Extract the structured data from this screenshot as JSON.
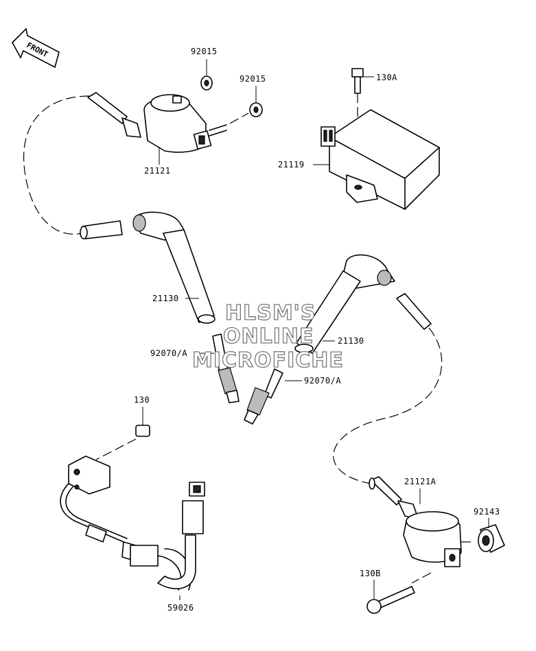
{
  "front_label": "FRONT",
  "watermark": {
    "line1": "HLSM'S",
    "line2": "ONLINE",
    "line3": "MICROFICHE"
  },
  "parts": {
    "p92015a": "92015",
    "p92015b": "92015",
    "p130A": "130A",
    "p21121": "21121",
    "p21119": "21119",
    "p21130a": "21130",
    "p21130b": "21130",
    "p92070a": "92070/A",
    "p92070b": "92070/A",
    "p130": "130",
    "p21121A": "21121A",
    "p92143": "92143",
    "p130B": "130B",
    "p59026": "59026"
  }
}
